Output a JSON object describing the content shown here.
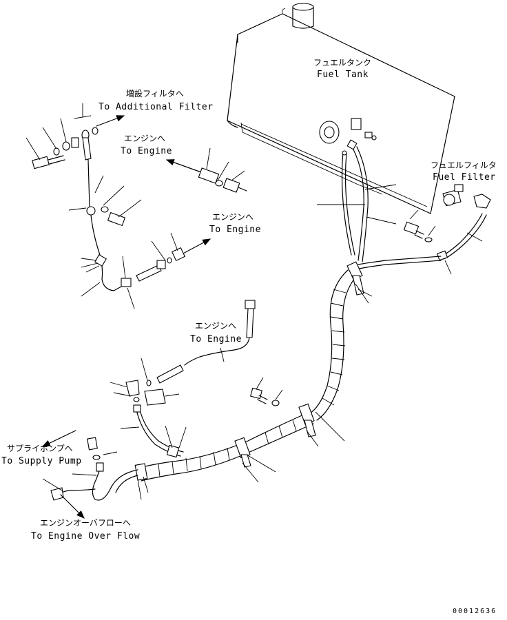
{
  "labels": {
    "fuel_tank_jp": "フュエルタンク",
    "fuel_tank_en": "Fuel Tank",
    "additional_filter_jp": "増設フィルタへ",
    "additional_filter_en": "To Additional Filter",
    "to_engine_1_jp": "エンジンへ",
    "to_engine_1_en": "To Engine",
    "to_engine_2_jp": "エンジンへ",
    "to_engine_2_en": "To Engine",
    "to_engine_3_jp": "エンジンへ",
    "to_engine_3_en": "To Engine",
    "fuel_filter_jp": "フュエルフィルタ",
    "fuel_filter_en": "Fuel Filter",
    "supply_pump_jp": "サプライポンプへ",
    "supply_pump_en": "To Supply Pump",
    "engine_overflow_jp": "エンジンオーバフローへ",
    "engine_overflow_en": "To Engine Over Flow"
  },
  "drawing_number": "00012636"
}
